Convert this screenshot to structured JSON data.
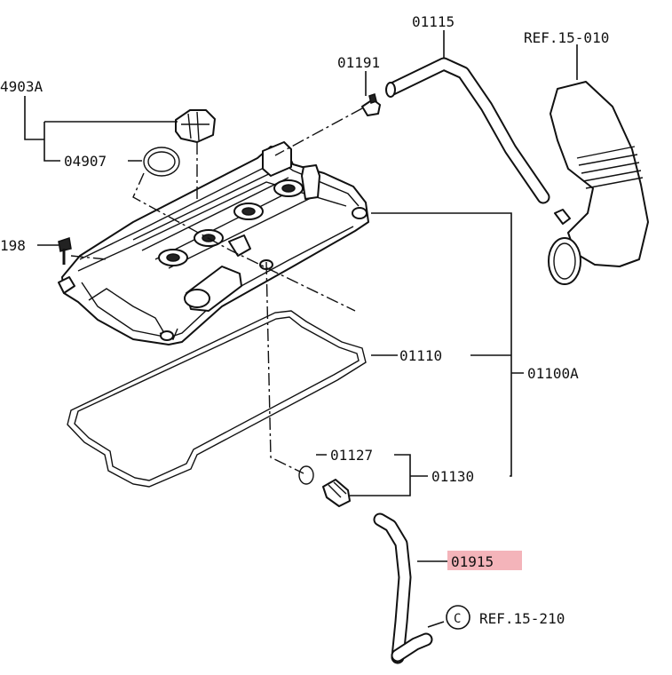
{
  "diagram": {
    "labels": {
      "p01115": "01115",
      "ref15010": "REF.15-010",
      "p01191": "01191",
      "p4903a": "4903A",
      "p04907": "04907",
      "p198": "198",
      "p01110": "01110",
      "p01100a": "01100A",
      "p01127": "01127",
      "p01130": "01130",
      "p01915": "01915",
      "ref_circle": "C",
      "ref15210": "REF.15-210"
    },
    "highlight_color": "#f4b4ba"
  }
}
